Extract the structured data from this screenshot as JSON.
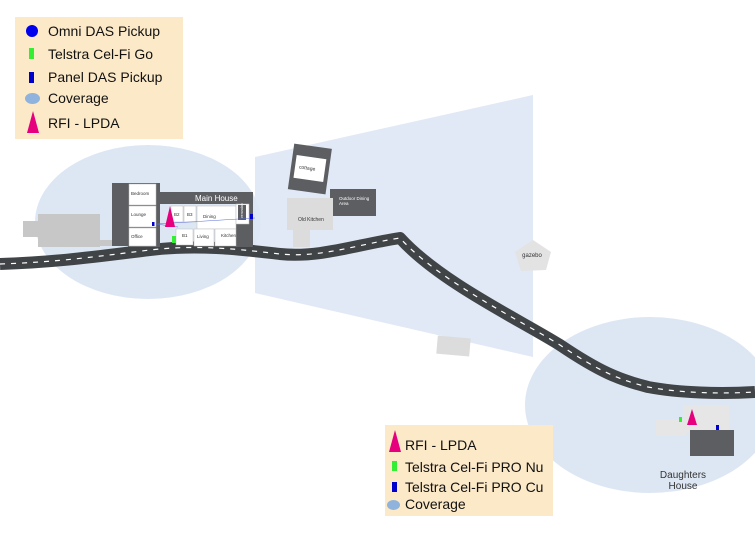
{
  "legend_top": {
    "omni": "Omni DAS Pickup",
    "go": "Telstra Cel-Fi Go",
    "panel": "Panel DAS Pickup",
    "coverage": "Coverage",
    "rfi": "RFI  - LPDA"
  },
  "legend_bottom": {
    "rfi": "RFI  - LPDA",
    "nu": "Telstra Cel-Fi PRO Nu",
    "cu": "Telstra Cel-Fi PRO Cu",
    "coverage": "Coverage"
  },
  "map_labels": {
    "main_house": "Main House",
    "bedroom": "Bedroom",
    "lounge": "Lounge",
    "office": "Office",
    "b2": "B2",
    "b3": "B3",
    "b1": "B1",
    "dining": "Dining",
    "living": "Living",
    "kitchen": "Kitchen",
    "verandah": "verandah",
    "cottage": "cottage",
    "outdoor_dining_1": "Outdoor Dining",
    "outdoor_dining_2": "Area",
    "old_kitchen": "Old Kitchen",
    "gazebo": "gazebo",
    "daughters_1": "Daughters",
    "daughters_2": "House"
  },
  "colors": {
    "omni": "#0000ee",
    "go": "#33ee33",
    "panel": "#0000cc",
    "coverage": "#8fb3dc",
    "rfi": "#e6007e",
    "road": "#414447",
    "legend_bg": "#fce9c8"
  }
}
